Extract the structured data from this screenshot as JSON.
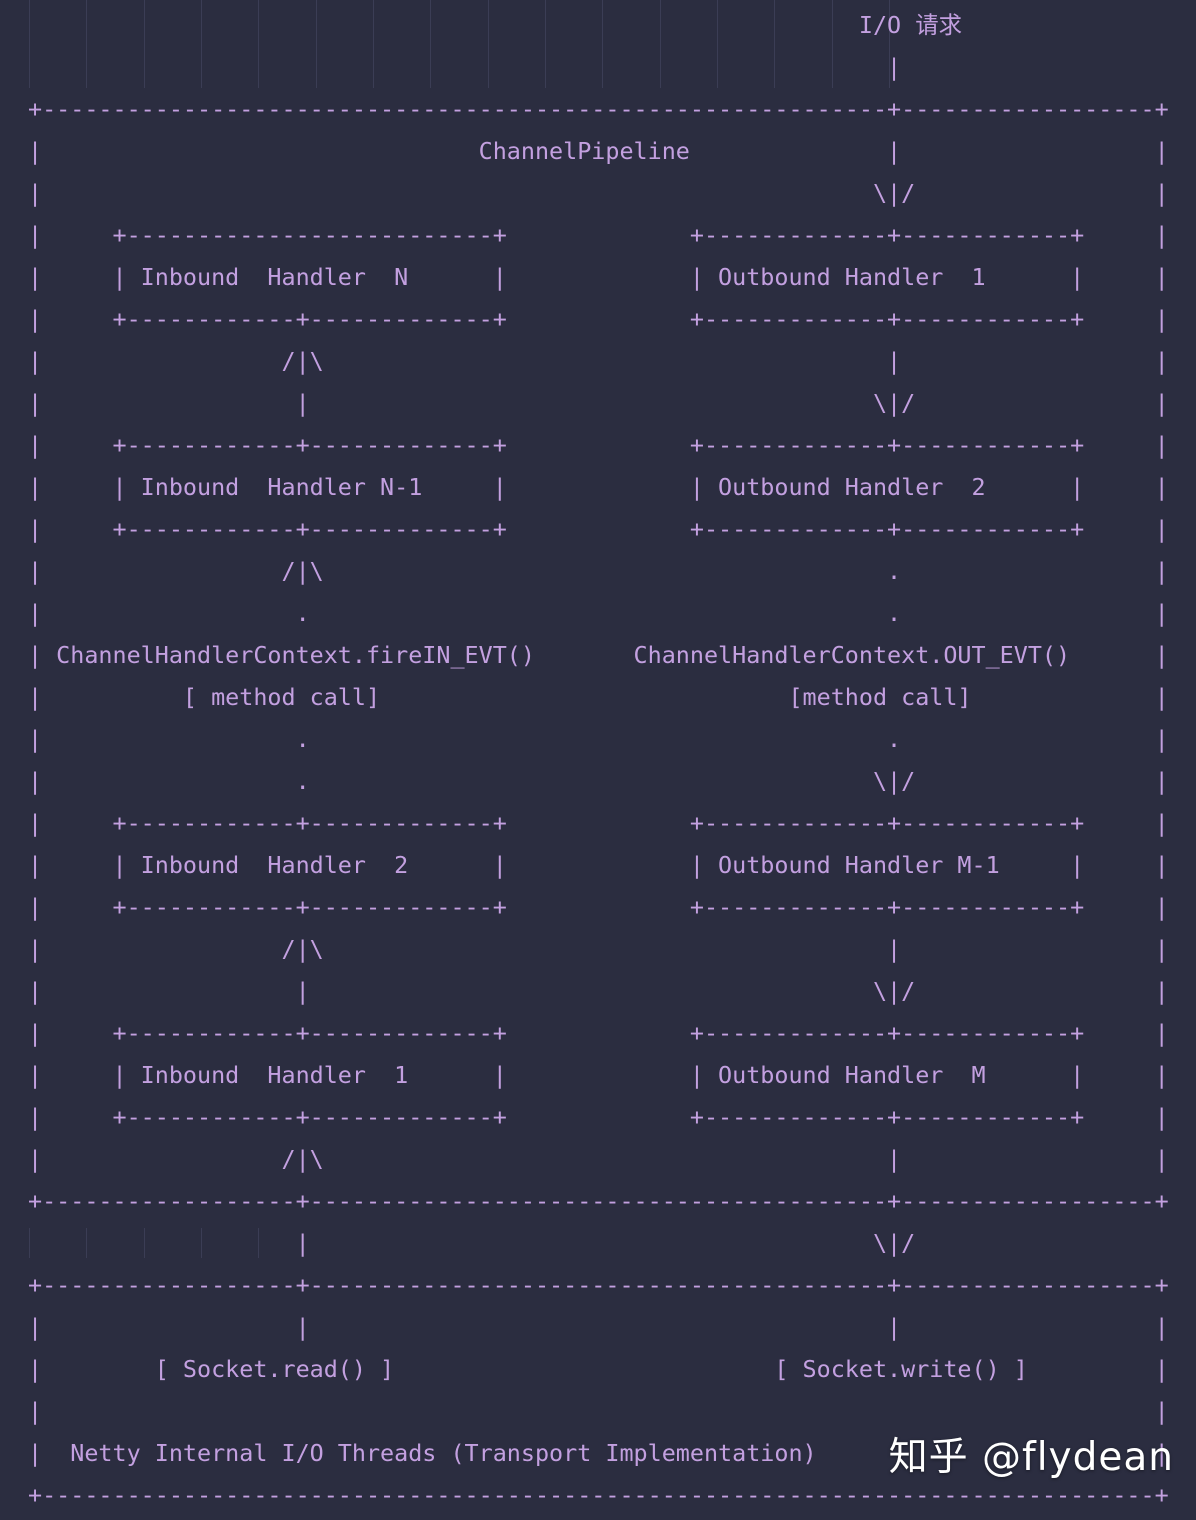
{
  "theme": {
    "background": "#2b2d40",
    "ascii_color": "#c3a0e0",
    "guide_color": "#3b3d55",
    "watermark_color": "#ffffff"
  },
  "diagram": {
    "type": "ascii-art",
    "subject": "Netty ChannelPipeline",
    "title_label": "ChannelPipeline",
    "io_request_label": "I/O 请求",
    "inbound_handlers": [
      "Inbound  Handler  N",
      "Inbound  Handler N-1",
      "Inbound  Handler  2",
      "Inbound  Handler  1"
    ],
    "outbound_handlers": [
      "Outbound Handler  1",
      "Outbound Handler  2",
      "Outbound Handler M-1",
      "Outbound Handler  M"
    ],
    "inbound_context_call": "ChannelHandlerContext.fireIN_EVT()",
    "inbound_method_note": "[ method call]",
    "outbound_context_call": "ChannelHandlerContext.OUT_EVT()",
    "outbound_method_note": "[method call]",
    "socket_read_label": "[ Socket.read() ]",
    "socket_write_label": "[ Socket.write() ]",
    "transport_label": "Netty Internal I/O Threads (Transport Implementation)",
    "arrow_up": "/|\\",
    "arrow_down": "\\|/",
    "art": "                                                            I/O 请求\n                                                               |\n +-----------------------------------------------------------------+---+\n |                       ChannelPipeline                 |     |\n |                                                      \\|/    |\n |    +---------------------+            +-----------+----------+ |\n |    | Inbound  Handler  N |            | Outbound Handler  1 | |\n |    +----------+----------+            +-----------+----------+ |\n |              /|\\                                  |          |\n |               |                                  \\|/         |\n |    +----------+----------+            +-----------+----------+ |\n |    | Inbound  Handler N-1|            | Outbound Handler  2 | |\n |    +----------+----------+            +-----------+----------+ |\n |              /|\\                                  .          |\n |               .                                   .          |\n | ChannelHandlerContext.fireIN_EVT() ChannelHandlerContext.OUT_EVT()|\n |        [ method call]                      [method call]     |\n |               .                                   .          |\n |               .                                  \\|/         |\n |    +----------+----------+            +-----------+----------+ |\n |    | Inbound  Handler  2 |            | Outbound Handler M-1| |\n |    +----------+----------+            +-----------+----------+ |\n |              /|\\                                  |          |\n |               |                                  \\|/         |\n |    +----------+----------+            +-----------+----------+ |\n |    | Inbound  Handler  1 |            | Outbound Handler  M | |\n |    +----------+----------+            +-----------+----------+ |\n |              /|\\                                  |          |\n +---------------+----------------------------------+----------+---+\n                 |                                 \\|/\n +---------------+----------------------------------+----------+---+\n |               |                                   |          |\n |        [ Socket.read() ]              [ Socket.write() ]     |\n |                                                              |\n |  Netty Internal I/O Threads (Transport Implementation)       |\n +-----------------------------------------------------------------+"
  },
  "watermark": {
    "text": "知乎 @flydean"
  }
}
